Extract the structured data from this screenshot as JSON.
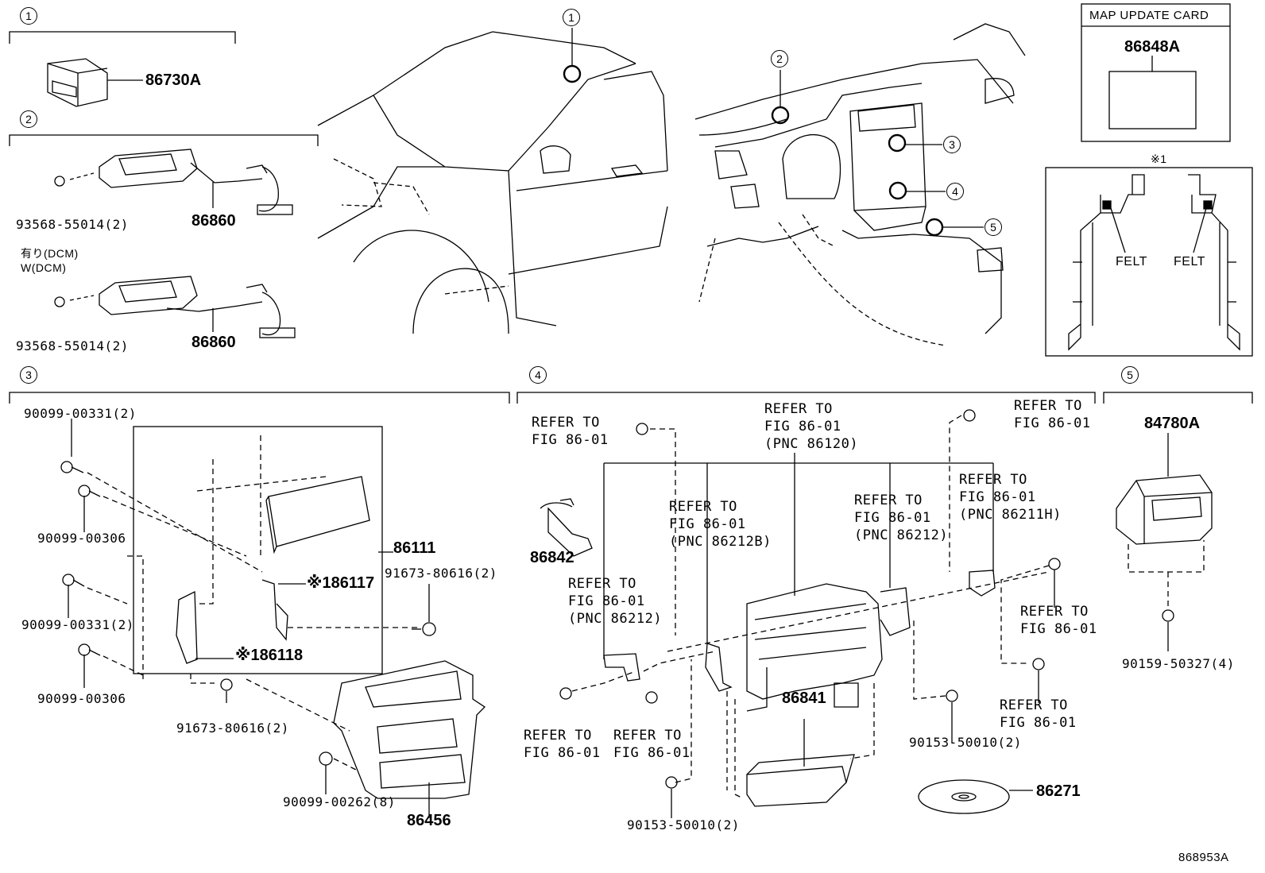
{
  "figure_id": "868953A",
  "sections": [
    {
      "num": "1"
    },
    {
      "num": "2"
    },
    {
      "num": "3"
    },
    {
      "num": "4"
    },
    {
      "num": "5"
    }
  ],
  "overview_markers": [
    "1",
    "2",
    "3",
    "4",
    "5"
  ],
  "map_update_card": {
    "title": "MAP UPDATE CARD",
    "part": "86848A"
  },
  "note1": {
    "marker": "※1",
    "felt_left": "FELT",
    "felt_right": "FELT"
  },
  "sec1": {
    "part": "86730A"
  },
  "sec2": {
    "bolt_a": "93568-55014(2)",
    "unit_a": "86860",
    "variant_line1": "有り(DCM)",
    "variant_line2": "W(DCM)",
    "bolt_b": "93568-55014(2)",
    "unit_b": "86860"
  },
  "sec3": {
    "p1": "90099-00331(2)",
    "p2": "90099-00306",
    "p3": "90099-00331(2)",
    "p4": "90099-00306",
    "assy": "86111",
    "bracket_r": "※186117",
    "bracket_l": "※186118",
    "screw_r": "91673-80616(2)",
    "screw_b": "91673-80616(2)",
    "panel_bolt": "90099-00262(8)",
    "panel": "86456"
  },
  "sec4": {
    "refer_tl": "REFER TO\nFIG 86-01",
    "refer_top": "REFER TO\nFIG 86-01\n(PNC 86120)",
    "refer_tr": "REFER TO\nFIG 86-01",
    "refer_b": "REFER TO\nFIG 86-01\n(PNC 86212B)",
    "refer_c": "REFER TO\nFIG 86-01\n(PNC 86212)",
    "refer_d": "REFER TO\nFIG 86-01\n(PNC 86211H)",
    "refer_l": "REFER TO\nFIG 86-01\n(PNC 86212)",
    "refer_r1": "REFER TO\nFIG 86-01",
    "refer_r2": "REFER TO\nFIG 86-01",
    "refer_bl1": "REFER TO\nFIG 86-01",
    "refer_bl2": "REFER TO\nFIG 86-01",
    "harness": "86842",
    "radio": "86841",
    "screw_r": "90153-50010(2)",
    "screw_b": "90153-50010(2)",
    "disc": "86271"
  },
  "sec5": {
    "part": "84780A",
    "screw": "90159-50327(4)"
  }
}
